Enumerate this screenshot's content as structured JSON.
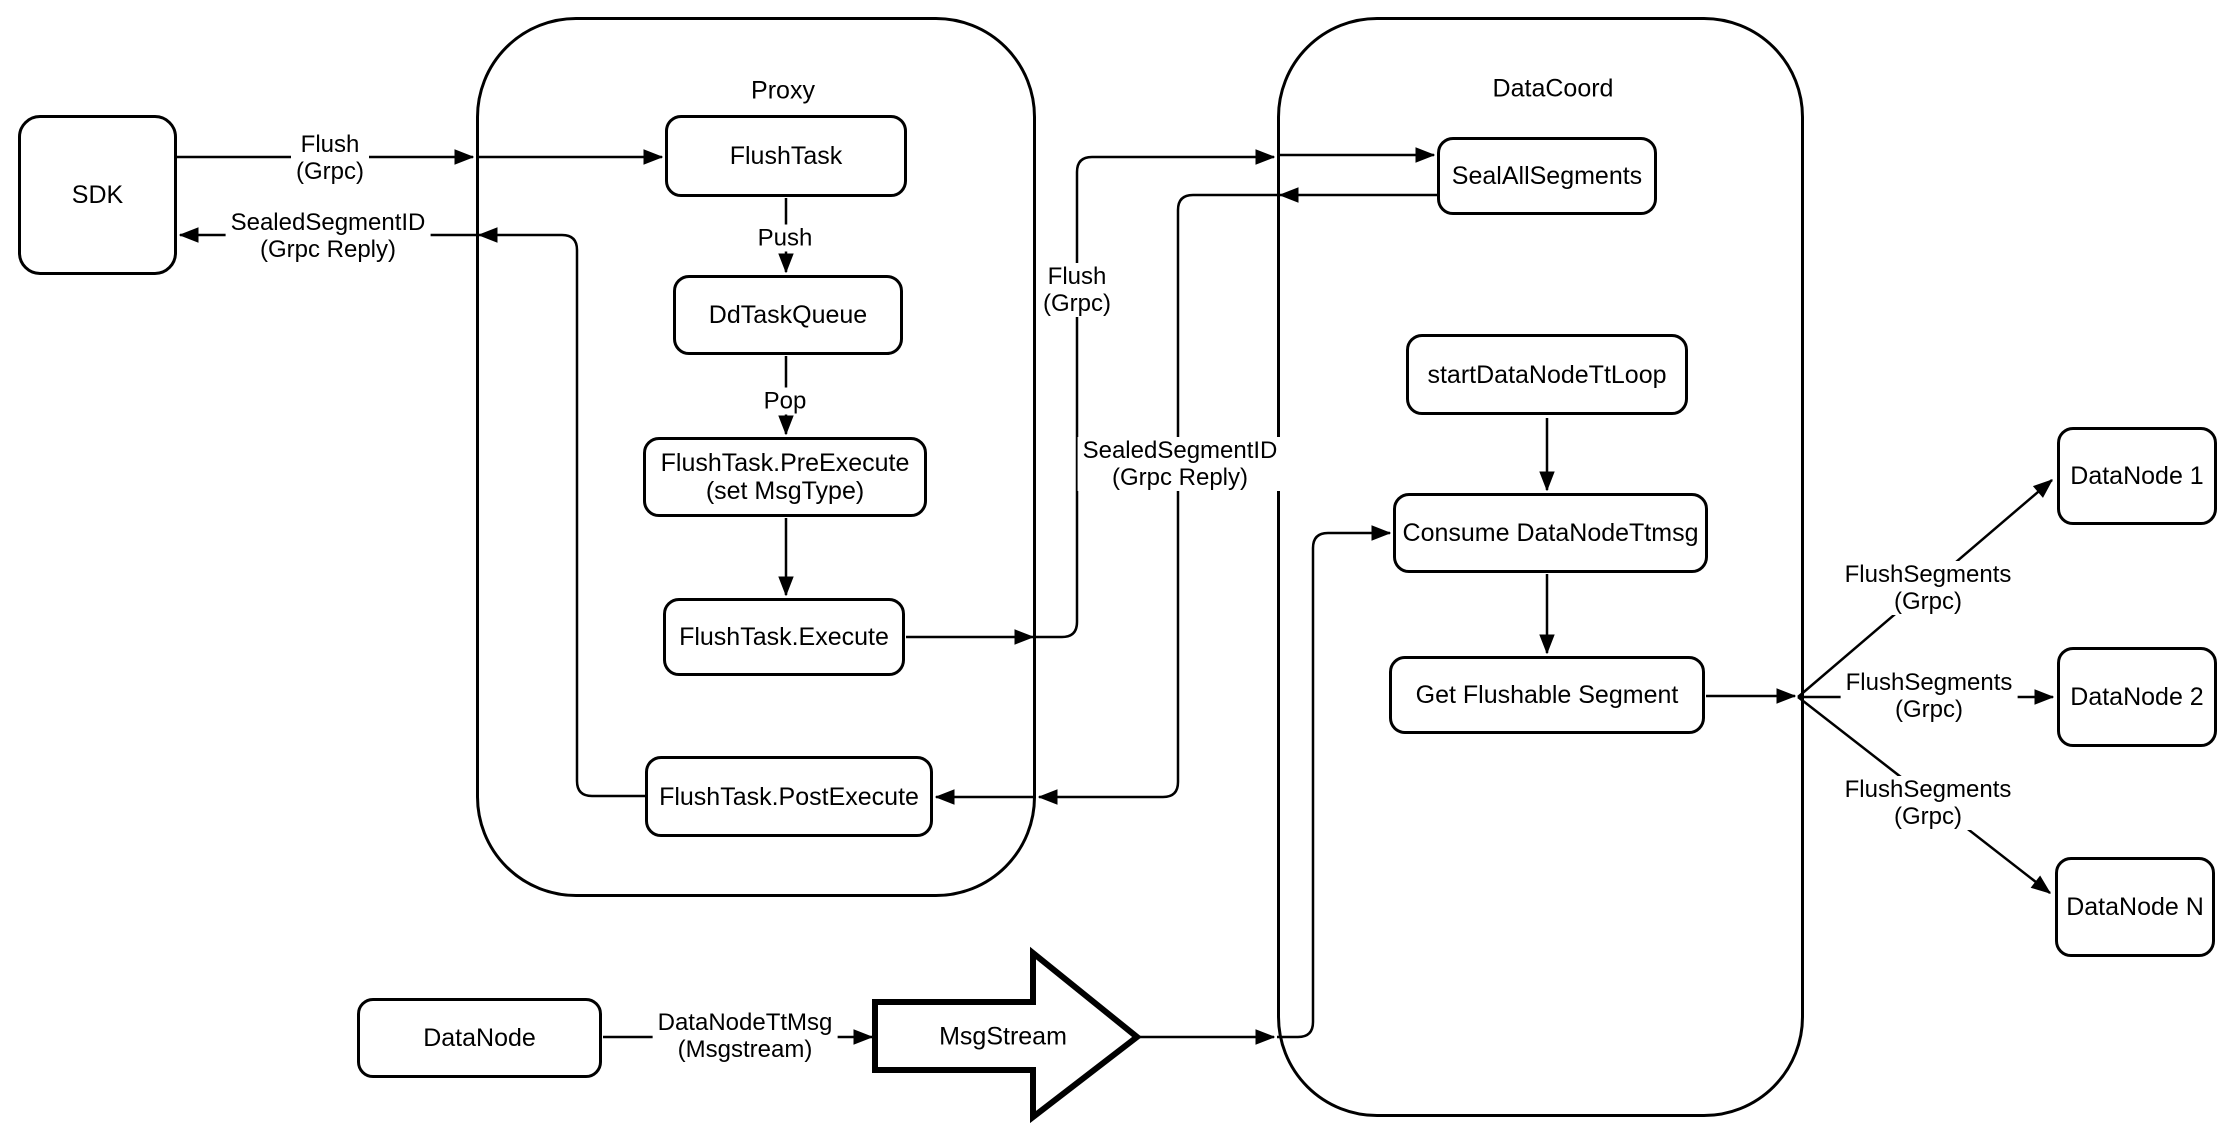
{
  "containers": {
    "proxy": {
      "title": "Proxy"
    },
    "datacoord": {
      "title": "DataCoord"
    }
  },
  "nodes": {
    "sdk": "SDK",
    "flush_task": "FlushTask",
    "dd_task_queue": "DdTaskQueue",
    "pre_execute": {
      "line1": "FlushTask.PreExecute",
      "line2": "(set MsgType)"
    },
    "execute": "FlushTask.Execute",
    "post_execute": "FlushTask.PostExecute",
    "seal_all_segments": "SealAllSegments",
    "start_data_node_tt_loop": "startDataNodeTtLoop",
    "consume_data_node_ttmsg": "Consume DataNodeTtmsg",
    "get_flushable_segment": "Get Flushable Segment",
    "datanode_1": "DataNode 1",
    "datanode_2": "DataNode 2",
    "datanode_n": "DataNode N",
    "datanode": "DataNode",
    "msgstream": "MsgStream"
  },
  "edge_labels": {
    "flush_grpc_sdk": {
      "line1": "Flush",
      "line2": "(Grpc)"
    },
    "sealed_segment_id_sdk": {
      "line1": "SealedSegmentID",
      "line2": "(Grpc Reply)"
    },
    "push": "Push",
    "pop": "Pop",
    "flush_grpc_datacoord": {
      "line1": "Flush",
      "line2": "(Grpc)"
    },
    "sealed_segment_id_proxy": {
      "line1": "SealedSegmentID",
      "line2": "(Grpc Reply)"
    },
    "flush_segments_1": {
      "line1": "FlushSegments",
      "line2": "(Grpc)"
    },
    "flush_segments_2": {
      "line1": "FlushSegments",
      "line2": "(Grpc)"
    },
    "flush_segments_3": {
      "line1": "FlushSegments",
      "line2": "(Grpc)"
    },
    "datanode_tt_msg": {
      "line1": "DataNodeTtMsg",
      "line2": "(Msgstream)"
    }
  },
  "colors": {
    "stroke": "#000000",
    "background": "#ffffff",
    "text": "#000000"
  }
}
